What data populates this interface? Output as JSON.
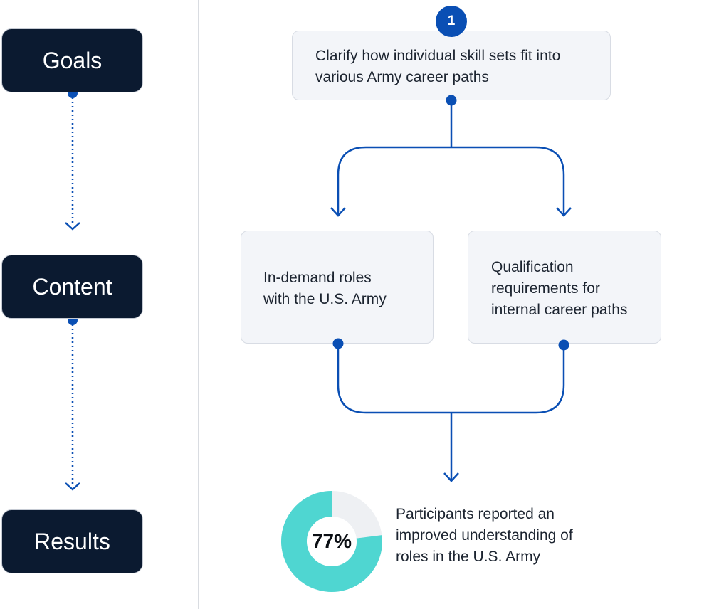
{
  "stages": [
    {
      "label": "Goals"
    },
    {
      "label": "Content"
    },
    {
      "label": "Results"
    }
  ],
  "step_badge": "1",
  "goal_card": {
    "lines": [
      "Clarify how individual skill sets fit into",
      "various Army career paths"
    ]
  },
  "content_cards": [
    {
      "lines": [
        "In-demand roles",
        "with the U.S. Army"
      ]
    },
    {
      "lines": [
        "Qualification",
        "requirements for",
        "internal career paths"
      ]
    }
  ],
  "result": {
    "percent": 77,
    "percent_label": "77%",
    "lines": [
      "Participants reported an",
      "improved understanding of",
      "roles in the U.S. Army"
    ]
  },
  "colors": {
    "stage_bg": "#0b1a30",
    "connector": "#0a4fb4",
    "donut_fill": "#4fd6d1",
    "donut_track": "#eef0f3"
  }
}
